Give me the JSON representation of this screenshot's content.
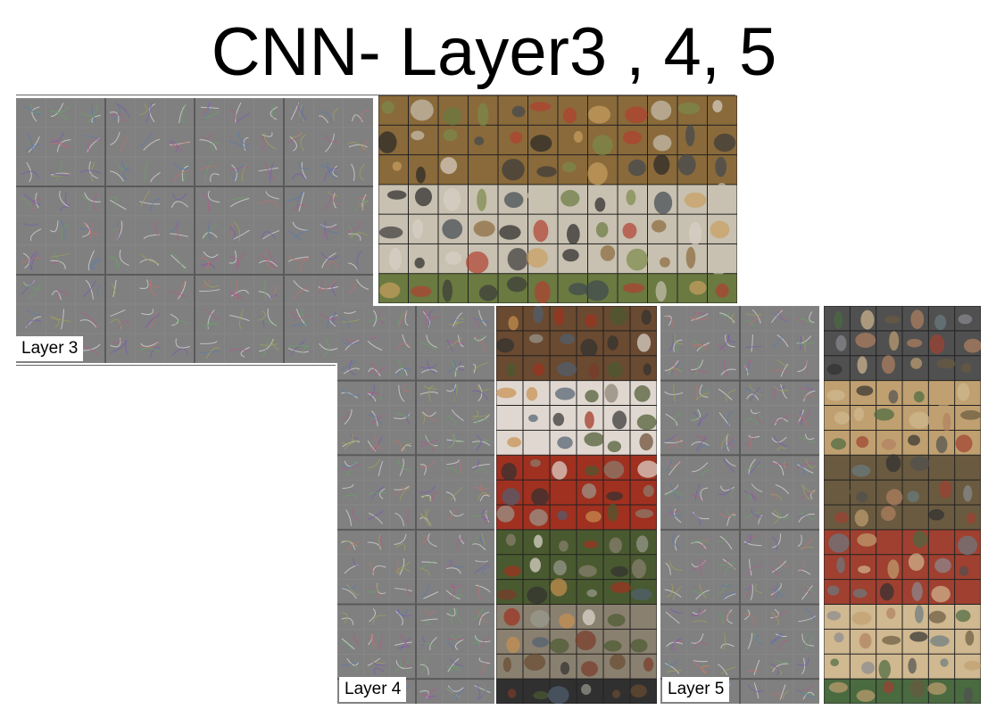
{
  "title": "CNN- Layer3 , 4, 5",
  "panels": [
    {
      "label": "Layer 3"
    },
    {
      "label": "Layer 4"
    },
    {
      "label": "Layer 5"
    }
  ],
  "colors": {
    "filter_bg": "#7f7f7f",
    "group_line": "#5a5a5a",
    "cell_line": "#8a8a8a"
  }
}
